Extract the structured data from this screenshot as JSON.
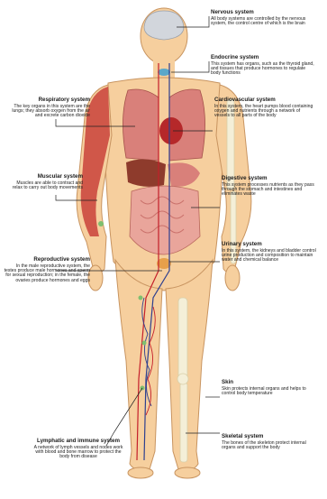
{
  "labels": {
    "nervous": {
      "title": "Nervous system",
      "text": "All body systems are controlled by the nervous system, the control centre of which is the brain"
    },
    "endocrine": {
      "title": "Endocrine system",
      "text": "This system has organs, such as the thyroid gland, and tissues that produce hormones to regulate body functions"
    },
    "respiratory": {
      "title": "Respiratory system",
      "text": "The key organs in this system are the lungs; they absorb oxygen from the air and excrete carbon dioxide"
    },
    "cardiovascular": {
      "title": "Cardiovascular system",
      "text": "In this system, the heart pumps blood containing oxygen and nutrients through a network of vessels to all parts of the body"
    },
    "muscular": {
      "title": "Muscular system",
      "text": "Muscles are able to contract and relax to carry out body movements"
    },
    "digestive": {
      "title": "Digestive system",
      "text": "This system processes nutrients as they pass through the stomach and intestines and eliminates waste"
    },
    "urinary": {
      "title": "Urinary system",
      "text": "In this system, the kidneys and bladder control urine production and composition to maintain water and chemical balance"
    },
    "reproductive": {
      "title": "Reproductive system",
      "text": "In the male reproductive system, the testes produce male hormones and sperm for sexual reproduction; in the female, the ovaries produce hormones and eggs"
    },
    "skin": {
      "title": "Skin",
      "text": "Skin protects internal organs and helps to control body temperature"
    },
    "lymphatic": {
      "title": "Lymphatic and immune system",
      "text": "A network of lymph vessels and nodes work with blood and bone marrow to protect the body from disease"
    },
    "skeletal": {
      "title": "Skeletal system",
      "text": "The bones of the skeleton protect internal organs and support the body"
    }
  },
  "colors": {
    "skin": "#f6cf9e",
    "skin_outline": "#c89460",
    "muscle": "#c9423a",
    "lung": "#d9807a",
    "heart": "#b5282a",
    "liver": "#8e3b2c",
    "intestine": "#e9a59b",
    "bone": "#f4efd8",
    "artery": "#c41e2a",
    "vein": "#2d3f8f",
    "brain": "#d2d6dc",
    "leader": "#222222"
  }
}
